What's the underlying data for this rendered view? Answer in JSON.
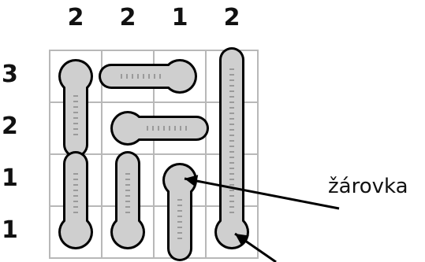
{
  "puzzle": {
    "column_clues": [
      "2",
      "2",
      "1",
      "2"
    ],
    "row_clues": [
      "3",
      "2",
      "1",
      "1"
    ],
    "grid_size": [
      4,
      4
    ],
    "thermometers": [
      {
        "bulb": [
          0,
          0
        ],
        "end": [
          1,
          0
        ]
      },
      {
        "bulb": [
          0,
          2
        ],
        "end": [
          0,
          1
        ]
      },
      {
        "bulb": [
          1,
          1
        ],
        "end": [
          1,
          2
        ]
      },
      {
        "bulb": [
          3,
          3
        ],
        "end": [
          0,
          3
        ]
      },
      {
        "bulb": [
          3,
          0
        ],
        "end": [
          2,
          0
        ]
      },
      {
        "bulb": [
          3,
          1
        ],
        "end": [
          2,
          1
        ]
      },
      {
        "bulb": [
          2,
          2
        ],
        "end": [
          3,
          2
        ]
      }
    ]
  },
  "annotation": {
    "label": "žárovka"
  },
  "colors": {
    "cell_fill": "#ffffff",
    "grid_line": "#b8b8b8",
    "thermo_fill": "#cfcfcf",
    "thermo_outline": "#000000",
    "tick": "#9a9a9a",
    "arrow": "#000000"
  }
}
